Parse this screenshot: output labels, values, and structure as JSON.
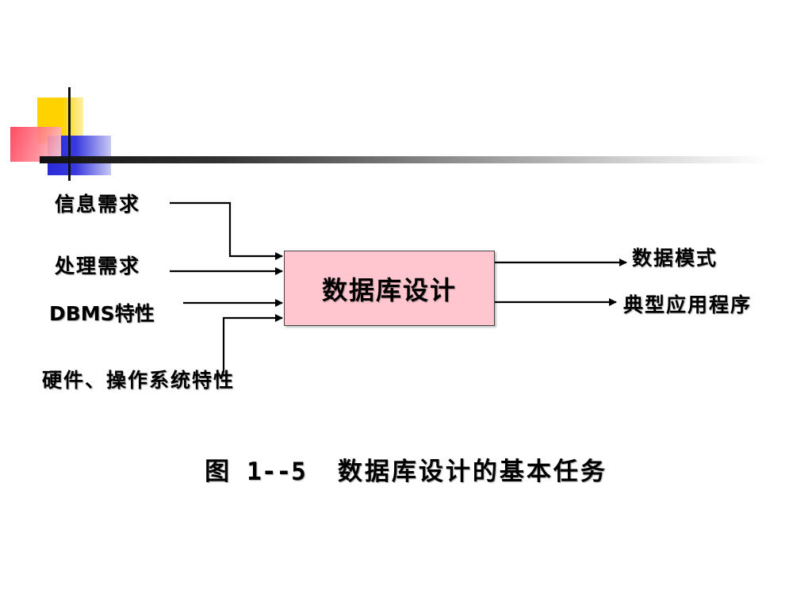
{
  "diagram": {
    "inputs": [
      "信息需求",
      "处理需求",
      "DBMS特性",
      "硬件、操作系统特性"
    ],
    "center": "数据库设计",
    "outputs": [
      "数据模式",
      "典型应用程序"
    ]
  },
  "caption": {
    "figure_label": "图",
    "figure_number": "1--5",
    "title": "数据库设计的基本任务"
  },
  "colors": {
    "center_box_fill": "#ffc6cf",
    "ornament_yellow": "#ffd200",
    "ornament_blue": "#2a2ad8",
    "ornament_red": "#ff3c55"
  }
}
